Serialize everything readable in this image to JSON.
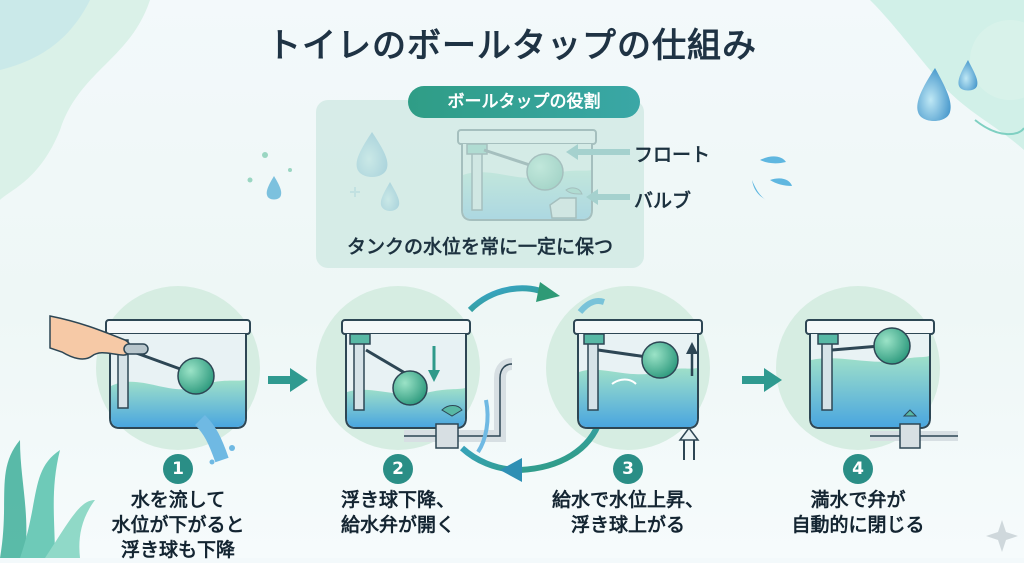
{
  "title": "トイレのボールタップの仕組み",
  "role": {
    "badge": "ボールタップの役割",
    "float_label": "フロート",
    "valve_label": "バルブ",
    "caption": "タンクの水位を常に一定に保つ"
  },
  "steps": [
    {
      "number": "1",
      "lines": [
        "水を流して",
        "水位が下がると",
        "浮き球も下降"
      ]
    },
    {
      "number": "2",
      "lines": [
        "浮き球下降、",
        "給水弁が開く"
      ]
    },
    {
      "number": "3",
      "lines": [
        "給水で水位上昇、",
        "浮き球上がる"
      ]
    },
    {
      "number": "4",
      "lines": [
        "満水で弁が",
        "自動的に閉じる"
      ]
    }
  ],
  "colors": {
    "accent": "#2a8e86",
    "water": "#5fb6e0",
    "float": "#3fae8e",
    "outline": "#2d4654"
  }
}
